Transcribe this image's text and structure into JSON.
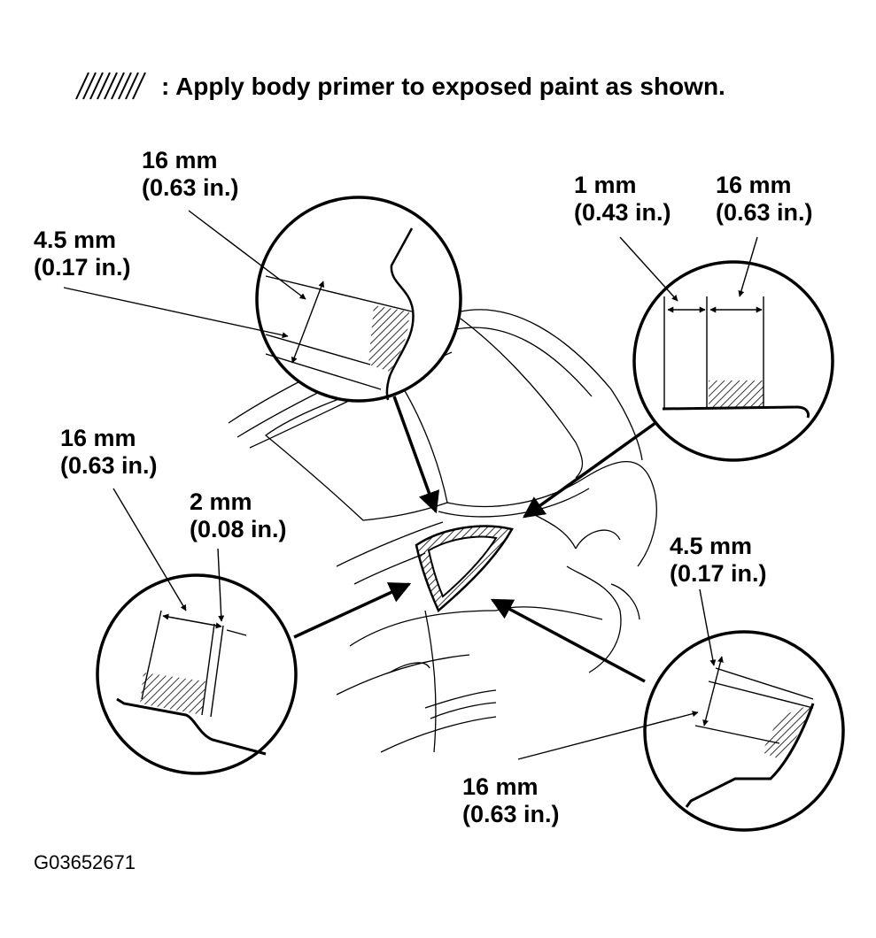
{
  "legend": {
    "symbol": "diagonal-hatch-swatch",
    "text": ": Apply body primer to exposed paint as shown."
  },
  "callouts": {
    "top_left": {
      "upper": {
        "mm": "16 mm",
        "in": "(0.63 in.)"
      },
      "lower": {
        "mm": "4.5 mm",
        "in": "(0.17 in.)"
      }
    },
    "top_right": {
      "left": {
        "mm": "1 mm",
        "in": "(0.43 in.)"
      },
      "right": {
        "mm": "16 mm",
        "in": "(0.63 in.)"
      }
    },
    "bottom_left": {
      "outer": {
        "mm": "16 mm",
        "in": "(0.63 in.)"
      },
      "inner": {
        "mm": "2 mm",
        "in": "(0.08 in.)"
      }
    },
    "bottom_right": {
      "upper": {
        "mm": "4.5 mm",
        "in": "(0.17 in.)"
      },
      "lower": {
        "mm": "16 mm",
        "in": "(0.63 in.)"
      }
    }
  },
  "figure_id": "G03652671",
  "colors": {
    "ink": "#000000",
    "paper": "#ffffff"
  }
}
